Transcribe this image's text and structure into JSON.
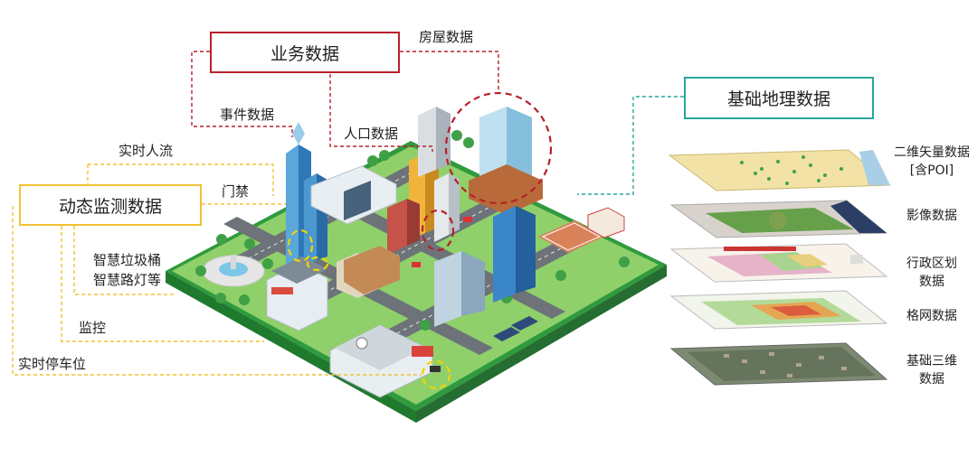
{
  "groups": {
    "business": {
      "title": "业务数据",
      "color": "#b8202a"
    },
    "basic_geo": {
      "title": "基础地理数据",
      "color": "#27a79a"
    },
    "dynamic": {
      "title": "动态监测数据",
      "color": "#f1c232"
    }
  },
  "business_items": {
    "house": "房屋数据",
    "event": "事件数据",
    "population": "人口数据"
  },
  "dynamic_items": {
    "flow": "实时人流",
    "gate": "门禁",
    "trash": "智慧垃圾桶",
    "lamp": "智慧路灯等",
    "monitor": "监控",
    "parking": "实时停车位"
  },
  "geo_layers": [
    {
      "line1": "二维矢量数据",
      "line2": "[含POI]"
    },
    {
      "line1": "影像数据",
      "line2": ""
    },
    {
      "line1": "行政区划",
      "line2": "数据"
    },
    {
      "line1": "格网数据",
      "line2": ""
    },
    {
      "line1": "基础三维",
      "line2": "数据"
    }
  ]
}
